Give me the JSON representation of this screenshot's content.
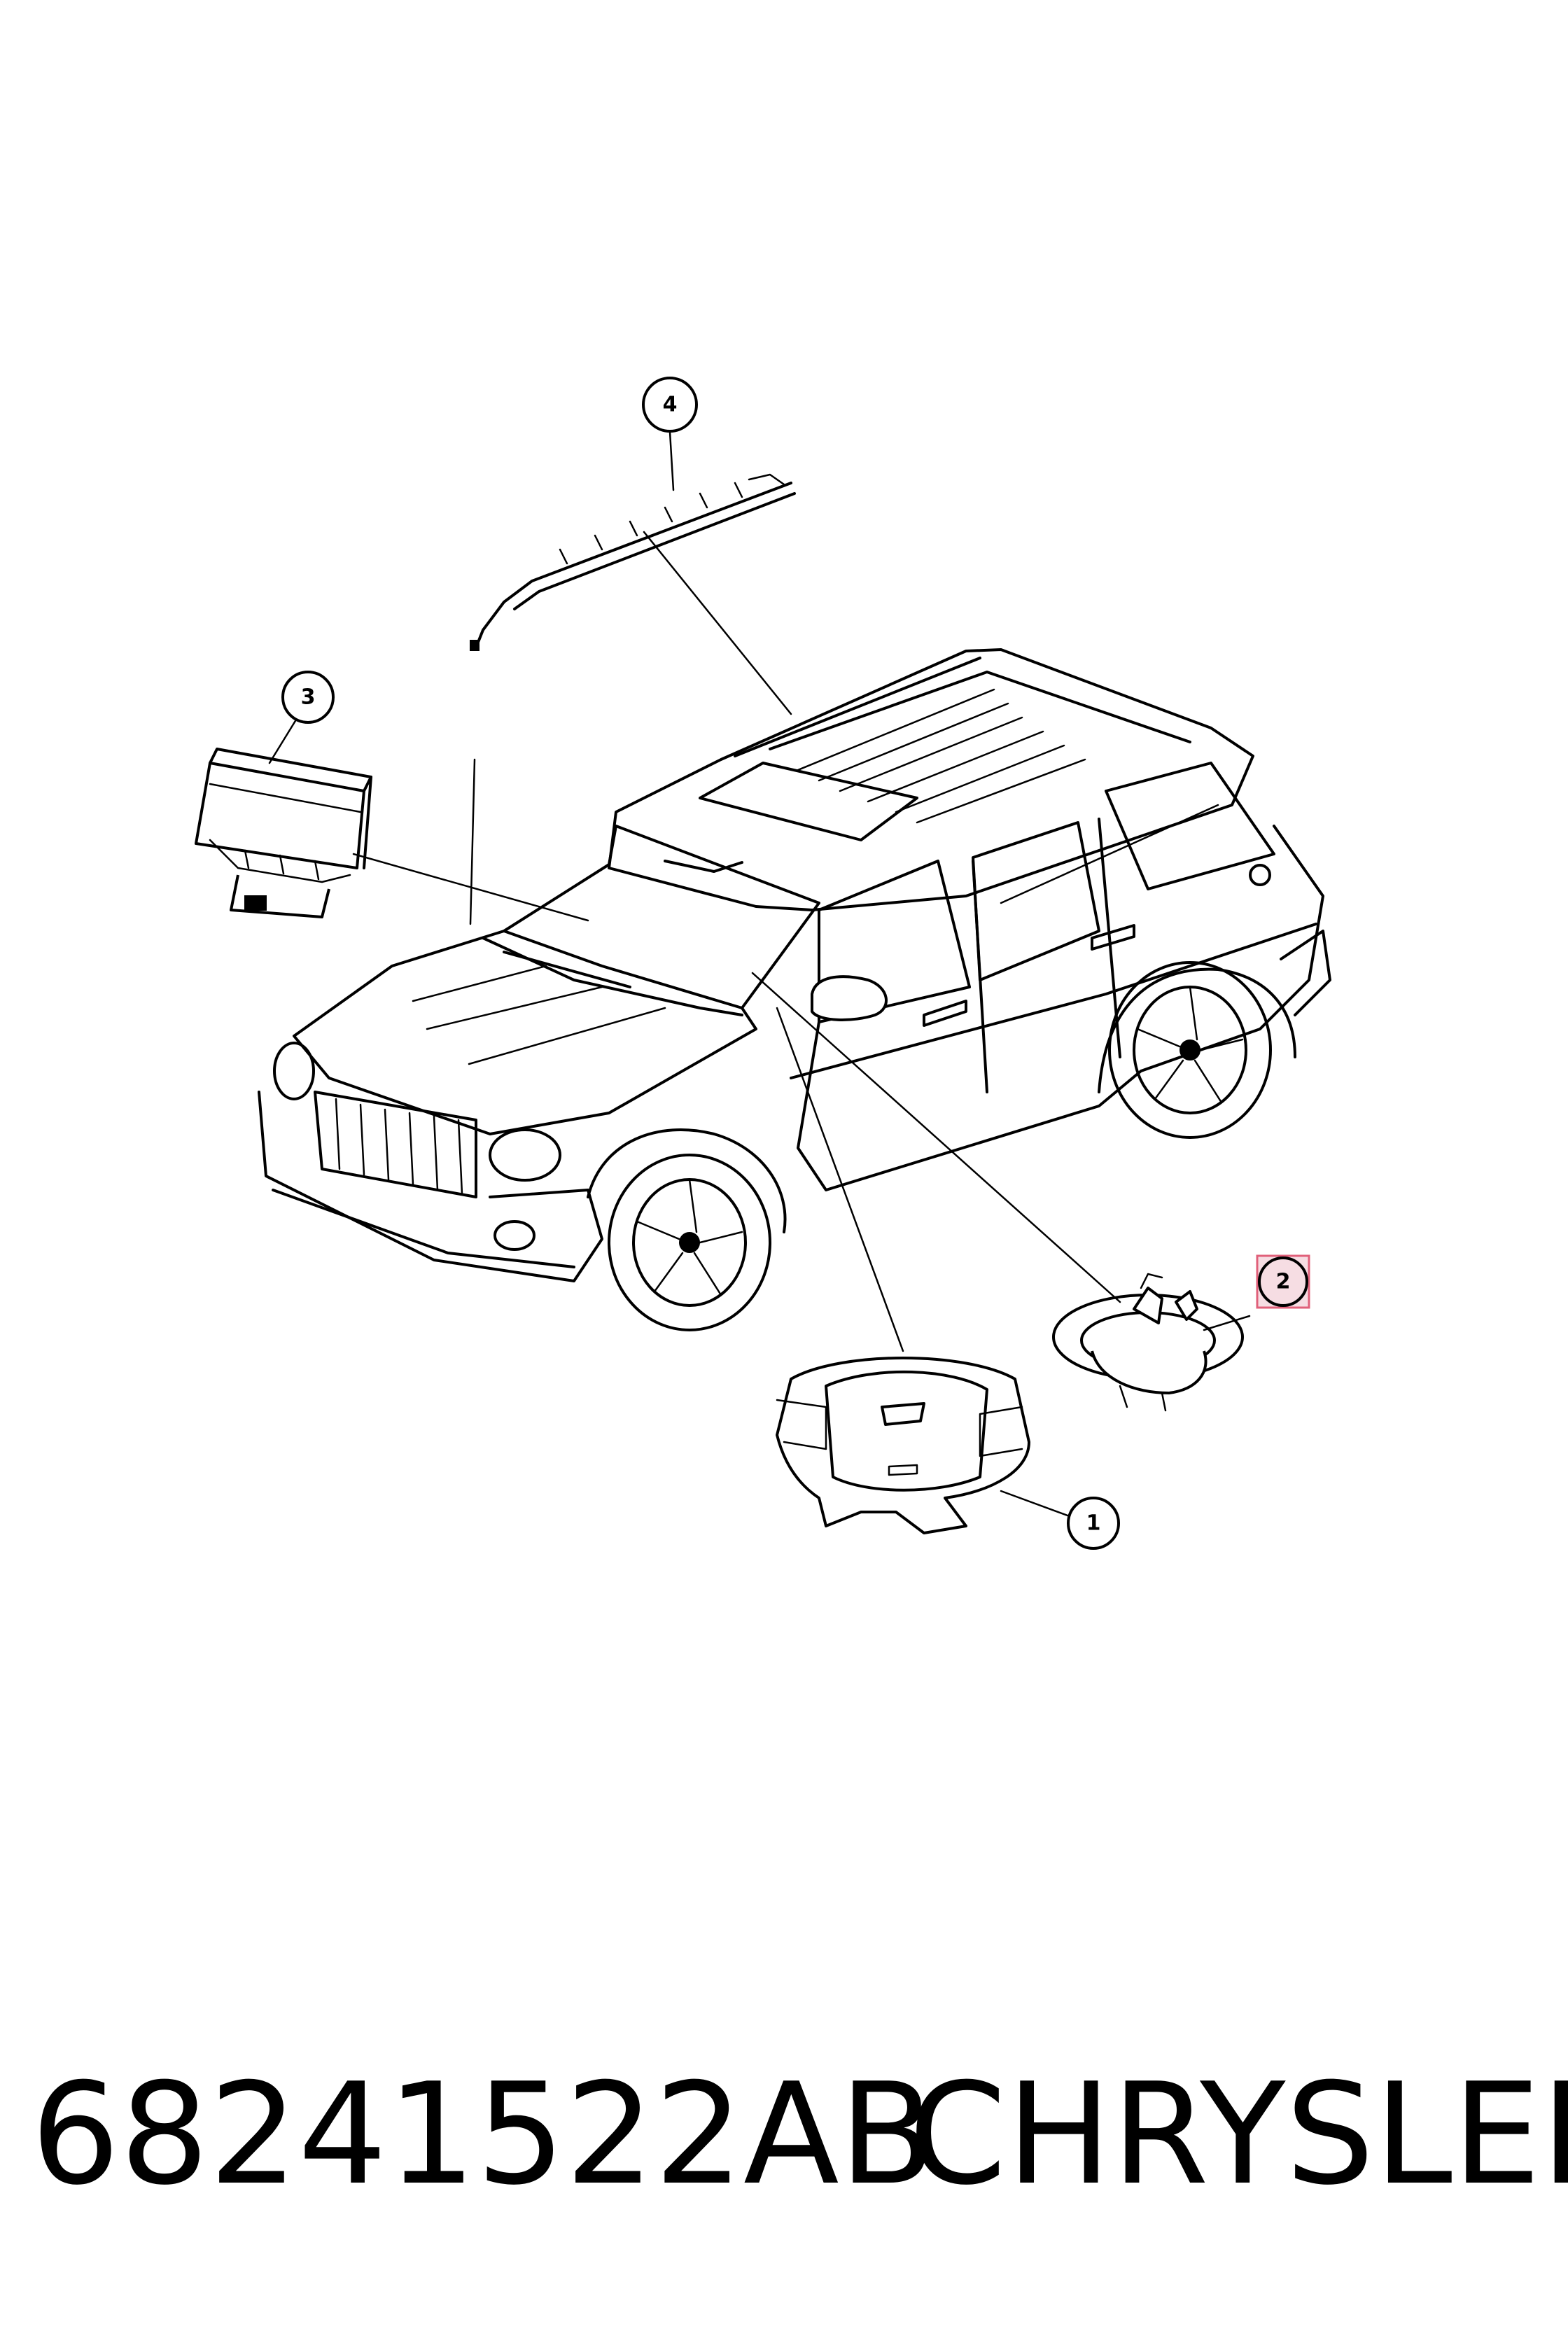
{
  "diagram": {
    "callouts": [
      {
        "id": "1",
        "label": "1"
      },
      {
        "id": "2",
        "label": "2"
      },
      {
        "id": "3",
        "label": "3"
      },
      {
        "id": "4",
        "label": "4"
      }
    ],
    "highlight_color": "#e0607a"
  },
  "footer": {
    "part_number": "68241522AB",
    "manufacturer": "CHRYSLER"
  }
}
